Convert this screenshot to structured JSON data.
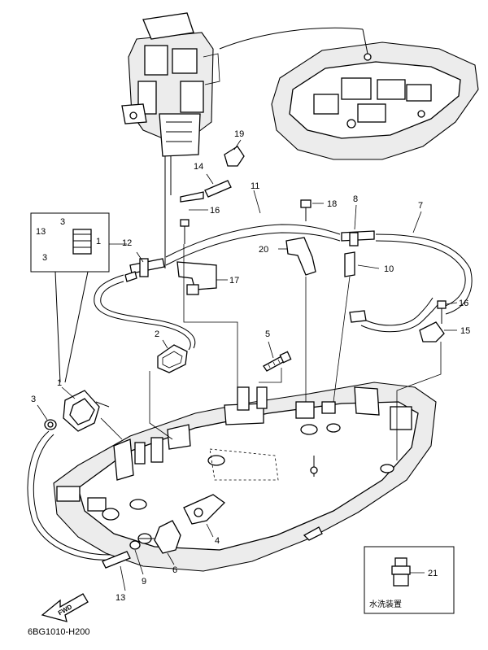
{
  "parts": [
    {
      "id": "p1",
      "label": "1"
    },
    {
      "id": "p2",
      "label": "2"
    },
    {
      "id": "p3",
      "label": "3"
    },
    {
      "id": "p4",
      "label": "4"
    },
    {
      "id": "p5",
      "label": "5"
    },
    {
      "id": "p6",
      "label": "6"
    },
    {
      "id": "p7",
      "label": "7"
    },
    {
      "id": "p8",
      "label": "8"
    },
    {
      "id": "p9",
      "label": "9"
    },
    {
      "id": "p10",
      "label": "10"
    },
    {
      "id": "p11",
      "label": "11"
    },
    {
      "id": "p12",
      "label": "12"
    },
    {
      "id": "p13",
      "label": "13"
    },
    {
      "id": "p14",
      "label": "14"
    },
    {
      "id": "p15",
      "label": "15"
    },
    {
      "id": "p16",
      "label": "16"
    },
    {
      "id": "p17",
      "label": "17"
    },
    {
      "id": "p18",
      "label": "18"
    },
    {
      "id": "p19",
      "label": "19"
    },
    {
      "id": "p20",
      "label": "20"
    },
    {
      "id": "p21",
      "label": "21"
    }
  ],
  "inset": {
    "labels": [
      "13",
      "3",
      "1",
      "3"
    ]
  },
  "fwd_label": "FWD",
  "flush_kit_label": "水洗装置",
  "flush_kit_part": "21",
  "diagram_code": "6BG1010-H200"
}
